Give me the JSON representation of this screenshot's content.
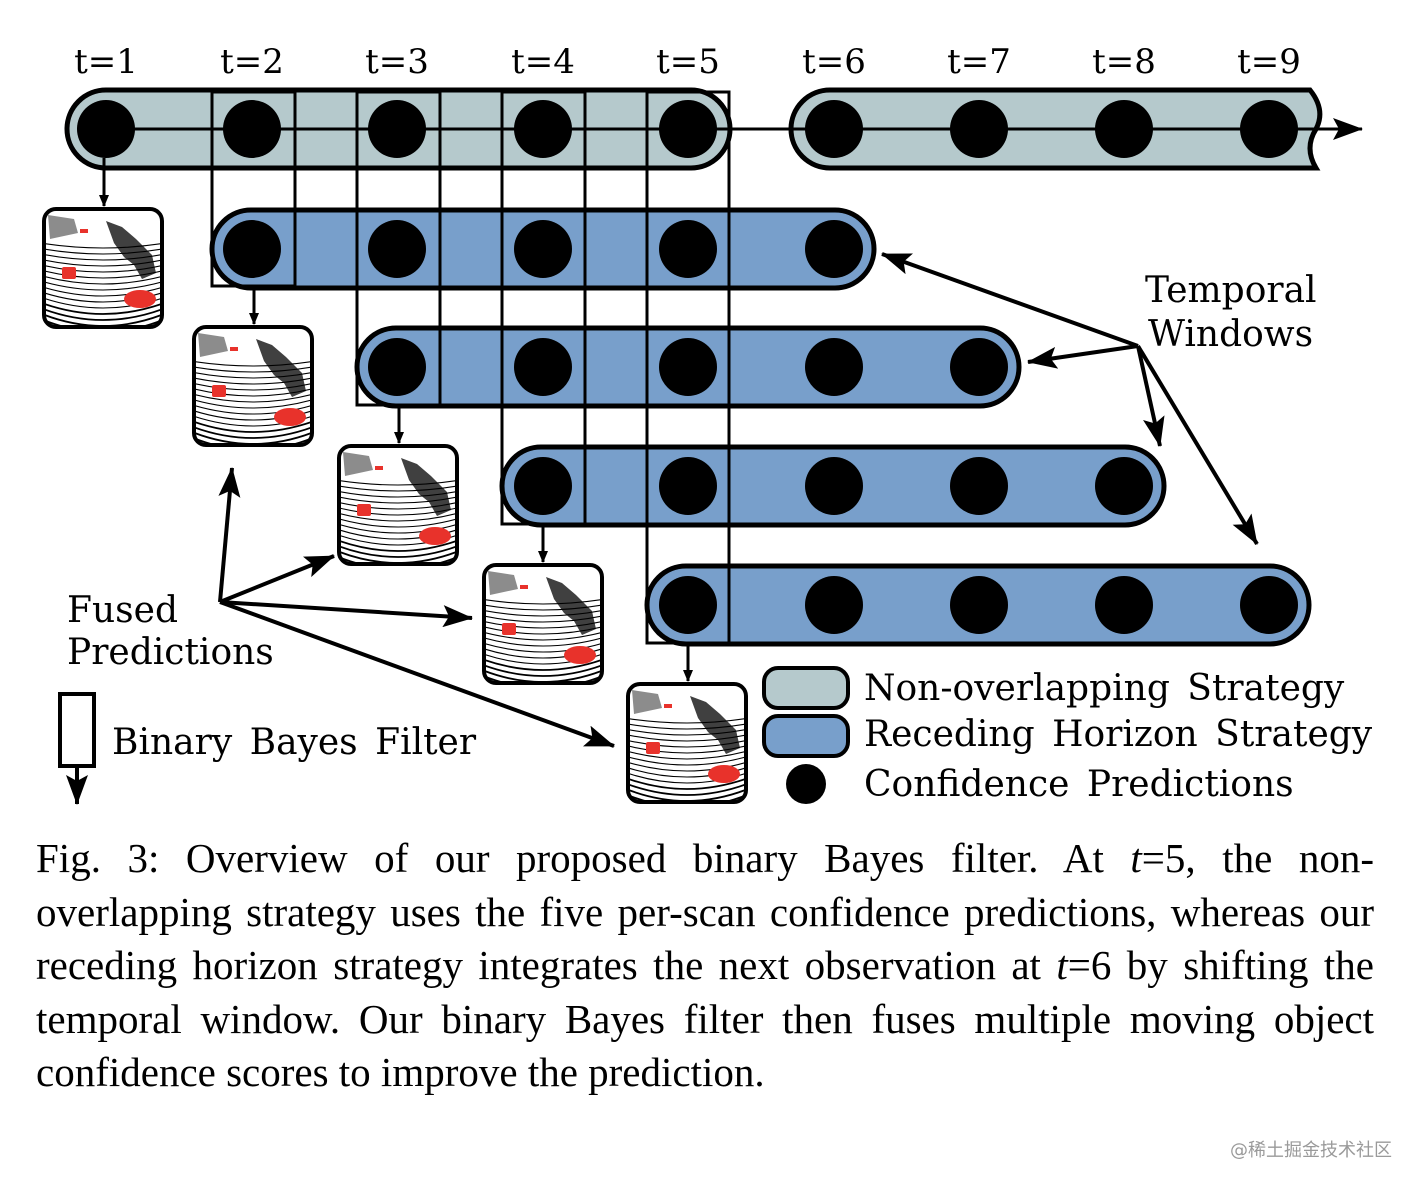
{
  "time_labels": [
    "t=1",
    "t=2",
    "t=3",
    "t=4",
    "t=5",
    "t=6",
    "t=7",
    "t=8",
    "t=9"
  ],
  "annotations": {
    "temporal_windows": [
      "Temporal",
      "Windows"
    ],
    "fused_predictions": [
      "Fused",
      "Predictions"
    ],
    "binary_bayes_filter": "Binary Bayes Filter"
  },
  "legend": {
    "non_overlapping": "Non-overlapping Strategy",
    "receding_horizon": "Receding Horizon Strategy",
    "confidence": "Confidence Predictions"
  },
  "colors": {
    "non_overlapping_fill": "#b5c9cc",
    "receding_horizon_fill": "#789fcb",
    "dot": "#000000",
    "detection_red": "#e8322b"
  },
  "caption": {
    "line1_a": "Fig. 3: Overview of our proposed binary Bayes filter. At ",
    "t5_var": "t",
    "t5_eq": "=5",
    "line1_b": ", the non-overlapping strategy uses the five per-scan confidence predictions, whereas our receding horizon strategy integrates the next observation at ",
    "t6_var": "t",
    "t6_eq": "=6",
    "line1_c": " by shifting the temporal window. Our binary Bayes filter then fuses multiple moving object confidence scores to improve the prediction."
  },
  "watermark": "@稀土掘金技术社区"
}
